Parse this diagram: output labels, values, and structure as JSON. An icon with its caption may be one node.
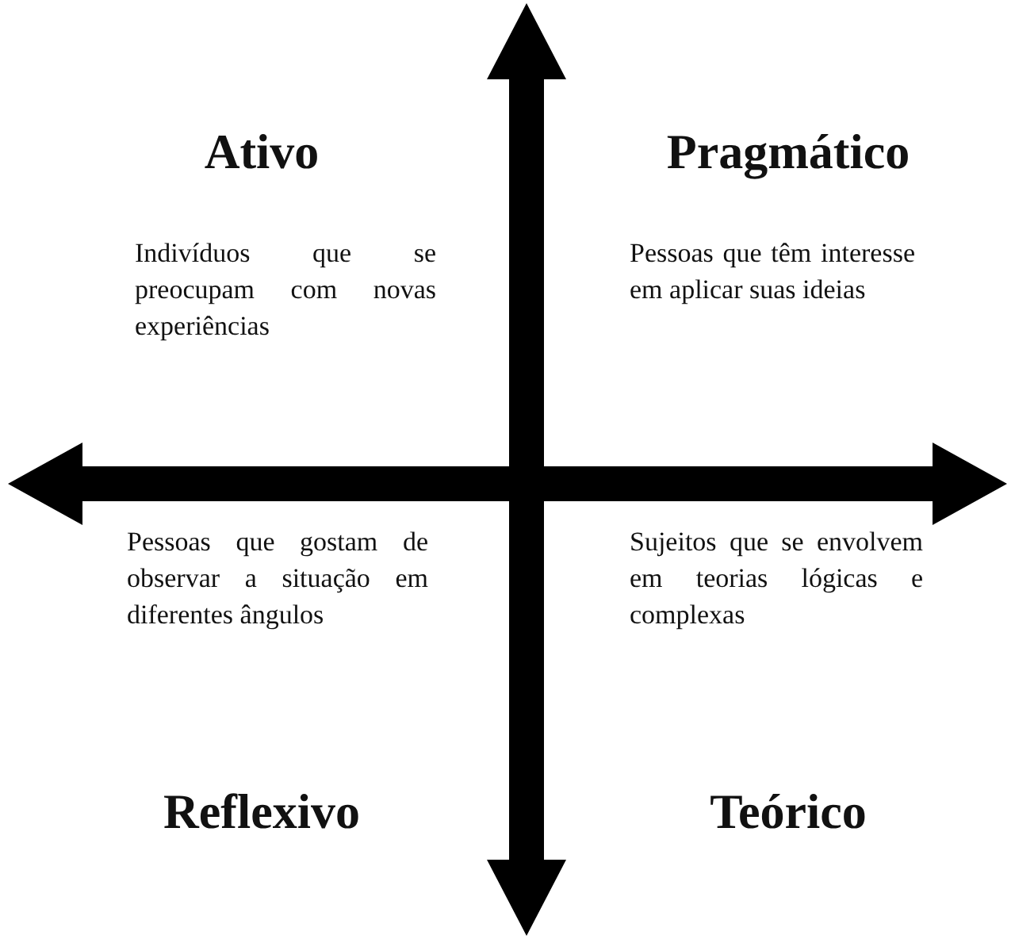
{
  "diagram": {
    "labels": [
      "Ativo",
      "Pragmático",
      "Indivíduos que se preocupam com novas experiências",
      "Pessoas que têm interesse em aplicar suas ideias",
      "Pessoas que gostam de observar a situação em diferentes ângulos",
      "Sujeitos que se envolvem em teorias lógicas e complexas",
      "Reflexivo",
      "Teórico"
    ]
  }
}
